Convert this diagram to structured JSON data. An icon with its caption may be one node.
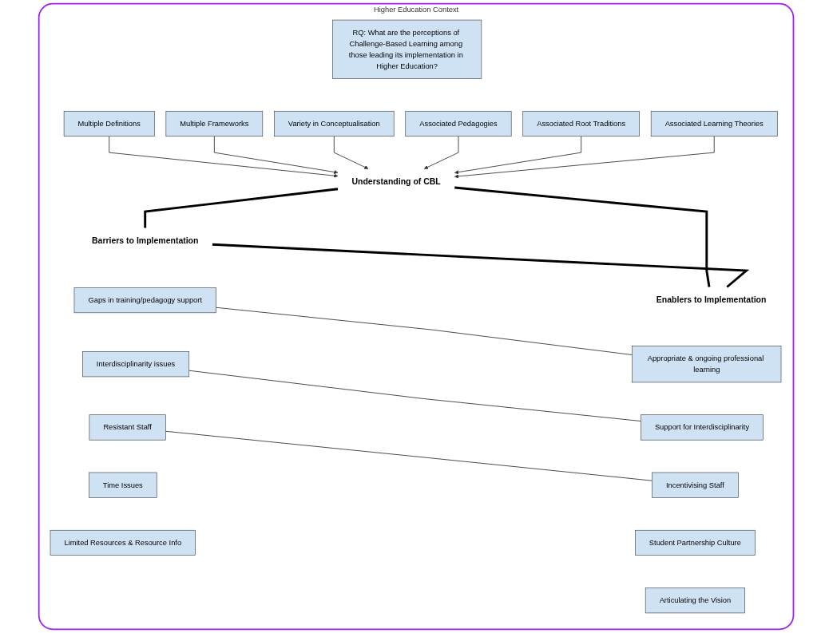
{
  "diagram": {
    "nodes": [
      {
        "text": [
          "Higher Education Context"
        ]
      },
      {
        "text": [
          "RQ: What are the perceptions of Challenge-Based Learning among those leading its implementation in Higher Education?"
        ],
        "in": 0
      },
      {
        "text": [
          "Multiple Definitions"
        ],
        "in": 0
      },
      {
        "text": [
          "Multiple Frameworks"
        ],
        "in": 0
      },
      {
        "text": [
          "Variety in Conceptualisation"
        ],
        "in": 0
      },
      {
        "text": [
          "Associated Pedagogies"
        ],
        "in": 0
      },
      {
        "text": [
          "Associated Root Traditions"
        ],
        "in": 0
      },
      {
        "text": [
          "Associated Learning Theories"
        ],
        "in": 0
      },
      {
        "text": [
          "Understanding of CBL"
        ],
        "in": 0
      },
      {
        "text": [
          "Barriers to Implementation"
        ],
        "in": 0
      },
      {
        "text": [
          "Enablers to Implementation"
        ],
        "in": 0
      },
      {
        "text": [
          "Gaps in training/pedagogy support"
        ],
        "in": 0
      },
      {
        "text": [
          "Appropriate & ongoing professional learning"
        ],
        "in": 0
      },
      {
        "text": [
          "Interdisciplinarity issues"
        ],
        "in": 0
      },
      {
        "text": [
          "Support for Interdisciplinarity"
        ],
        "in": 0
      },
      {
        "text": [
          "Resistant Staff"
        ],
        "in": 0
      },
      {
        "text": [
          "Incentivising Staff"
        ],
        "in": 0
      },
      {
        "text": [
          "Time Issues"
        ],
        "in": 0
      },
      {
        "text": [
          "Student Partnership Culture"
        ],
        "in": 0
      },
      {
        "text": [
          "Limited Resources & Resource Info"
        ],
        "in": 0
      },
      {
        "text": [
          "Articulating the Vision"
        ],
        "in": 0
      }
    ],
    "edges": [
      {
        "from": 2,
        "to": 8,
        "arrow": "to"
      },
      {
        "from": 3,
        "to": 8,
        "arrow": "to"
      },
      {
        "from": 4,
        "to": 8,
        "arrow": "to"
      },
      {
        "from": 5,
        "to": 8,
        "arrow": "to"
      },
      {
        "from": 6,
        "to": 8,
        "arrow": "to"
      },
      {
        "from": 7,
        "to": 8,
        "arrow": "to"
      },
      {
        "from": 8,
        "to": 9,
        "arrow": "none",
        "style": "thick"
      },
      {
        "from": 8,
        "to": 10,
        "arrow": "none",
        "style": "thick"
      },
      {
        "from": 9,
        "to": 10,
        "arrow": "none",
        "style": "thick"
      },
      {
        "from": 11,
        "to": 12,
        "arrow": "none"
      },
      {
        "from": 13,
        "to": 14,
        "arrow": "none"
      },
      {
        "from": 15,
        "to": 16,
        "arrow": "none"
      }
    ]
  }
}
